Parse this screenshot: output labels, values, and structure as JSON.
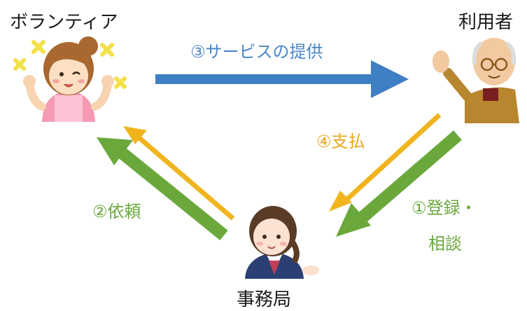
{
  "nodes": {
    "volunteer": "ボランティア",
    "user": "利用者",
    "office": "事務局"
  },
  "flows": {
    "service": "③サービスの提供",
    "payment": "④支払",
    "request": "②依頼",
    "register_line1": "①登録・",
    "register_line2": "相談"
  },
  "colors": {
    "blue_arrow": "#3f7fc4",
    "green_arrow": "#6aa83c",
    "yellow_arrow": "#f0b51e",
    "blue_text": "#4a86c8",
    "green_text": "#6aa83c",
    "yellow_text": "#e8a91c",
    "sparkle": "#f3e14a"
  }
}
